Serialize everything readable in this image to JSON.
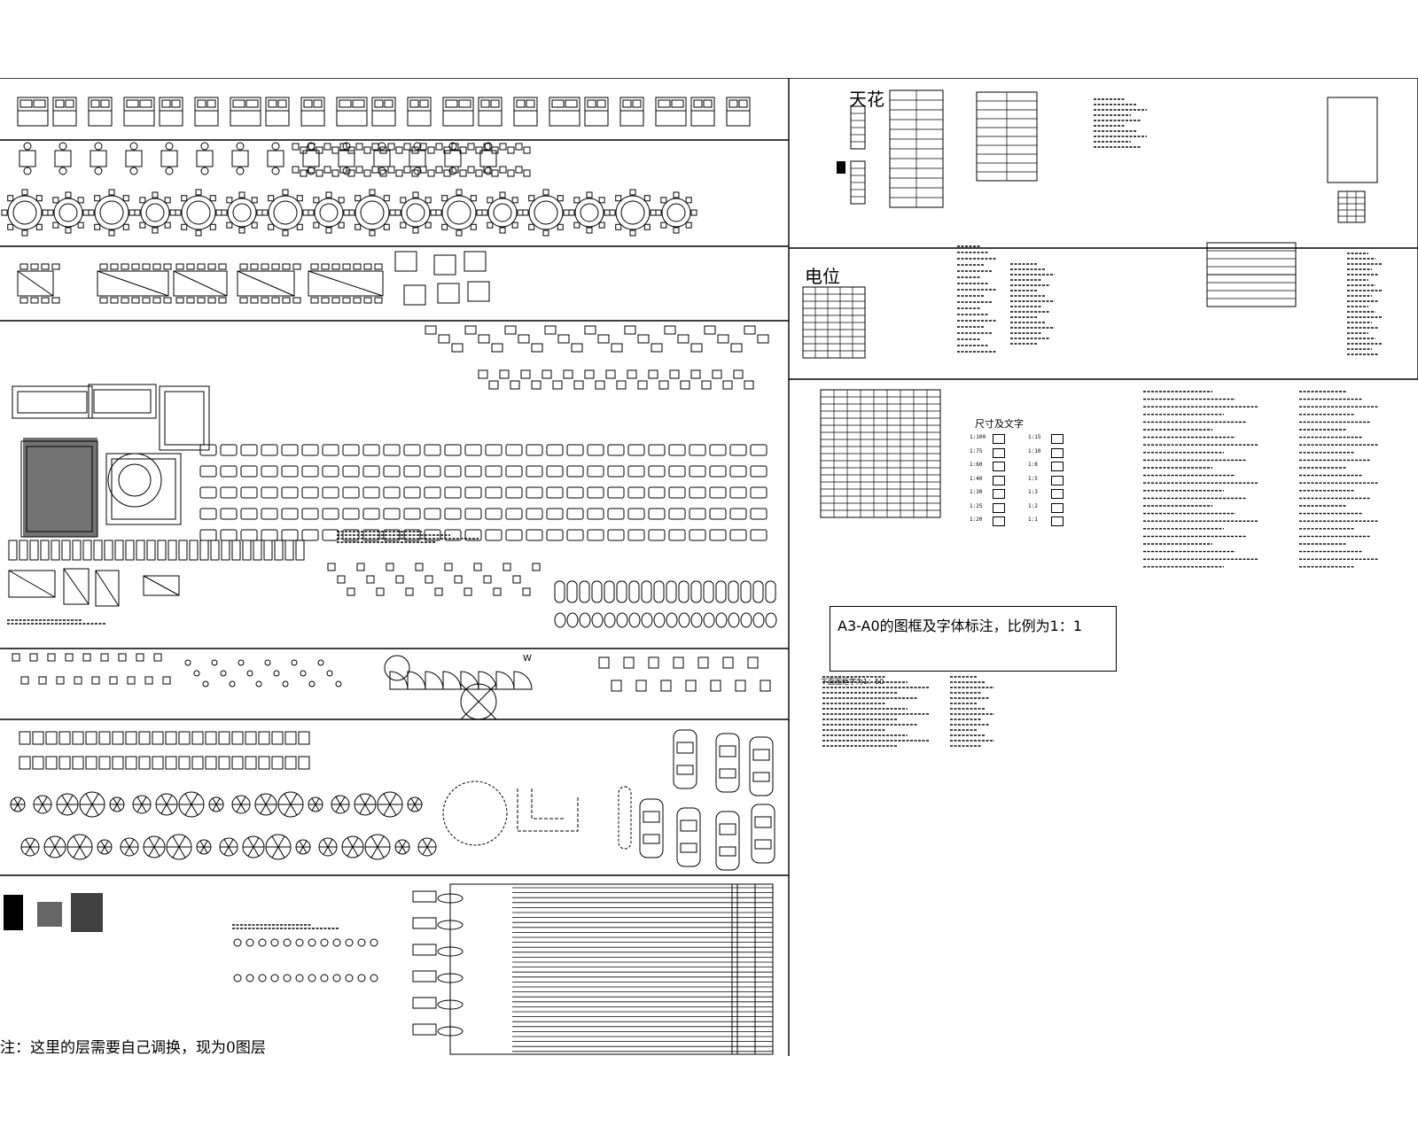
{
  "labels": {
    "tianhua": "天花",
    "dianwei": "电位",
    "chicun": "尺寸及文字",
    "a3_box": "A3-A0的图框及字体标注，比例为1：1",
    "below": "下面图框字为1：50",
    "note": "注：这里的层需要自己调换，现为0图层",
    "w_label": "W"
  },
  "scales": {
    "left": [
      "1:100",
      "1:75",
      "1:60",
      "1:40",
      "1:30",
      "1:25",
      "1:20"
    ],
    "right": [
      "1:15",
      "1:10",
      "1:8",
      "1:5",
      "1:3",
      "1:2",
      "1:1"
    ]
  },
  "colors": {
    "ink": "#000000",
    "paper": "#ffffff"
  }
}
